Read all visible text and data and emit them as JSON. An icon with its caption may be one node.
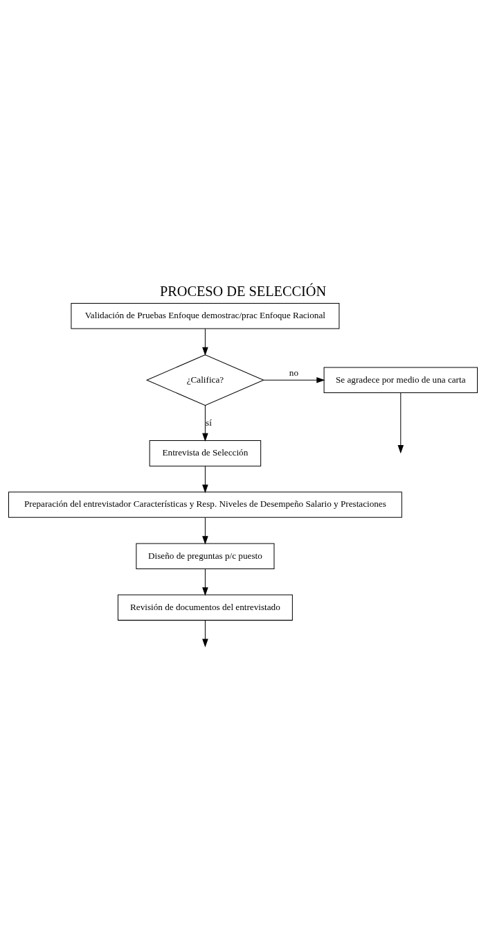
{
  "diagram": {
    "title": "PROCESO DE SELECCIÓN",
    "nodes": [
      {
        "text": [
          "Validación de Pruebas Enfoque demostrac/prac Enfoque Racional"
        ]
      },
      {
        "text": [
          "¿Califica?"
        ]
      },
      {
        "text": [
          "Se agradece por medio de una carta"
        ]
      },
      {
        "text": [
          "Entrevista de Selección"
        ]
      },
      {
        "text": [
          "Preparación del entrevistador Características y Resp. Niveles de Desempeño Salario y Prestaciones"
        ]
      },
      {
        "text": [
          "Diseño de preguntas p/c puesto"
        ]
      },
      {
        "text": [
          "Revisión de documentos del entrevistado"
        ]
      }
    ],
    "edges": [
      {
        "from": 0,
        "to": 1,
        "arrow": "to"
      },
      {
        "from": 1,
        "to": 2,
        "arrow": "to",
        "label": "no"
      },
      {
        "from": 2,
        "to": null,
        "arrow": "to"
      },
      {
        "from": 1,
        "to": 3,
        "arrow": "to",
        "label": "sí"
      },
      {
        "from": 3,
        "to": 4,
        "arrow": "to"
      },
      {
        "from": 4,
        "to": 5,
        "arrow": "to"
      },
      {
        "from": 5,
        "to": 6,
        "arrow": "to"
      },
      {
        "from": 6,
        "to": null,
        "arrow": "to"
      }
    ]
  }
}
